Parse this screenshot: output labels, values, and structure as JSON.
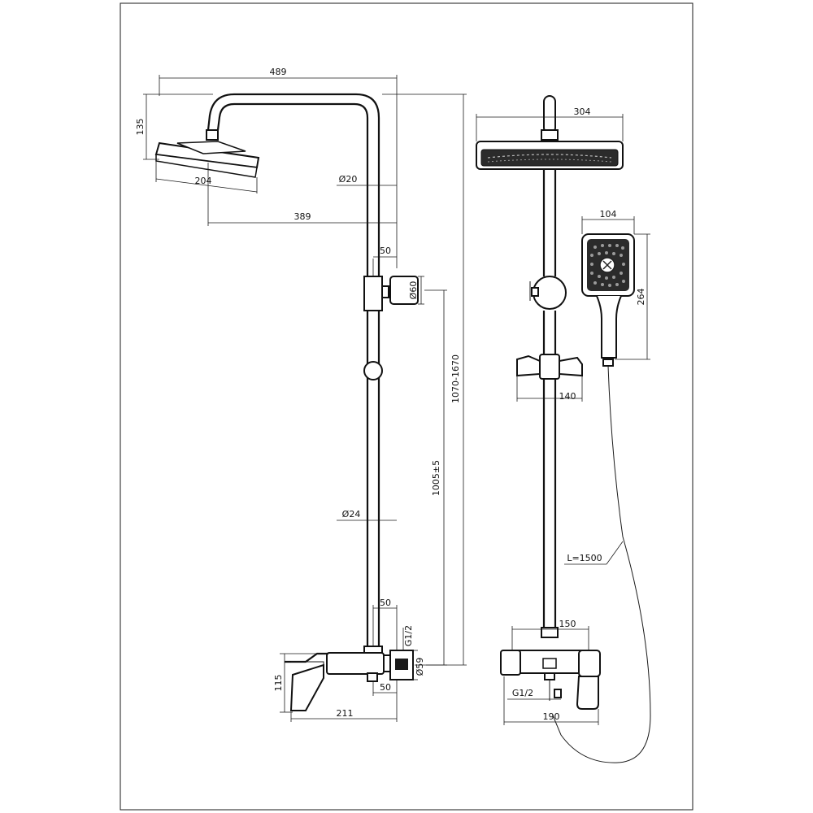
{
  "dimensions": {
    "top_width": "489",
    "head_height": "135",
    "head_width": "204",
    "arm_reach": "389",
    "pipe_top_dia": "Ø20",
    "holder_offset": "50",
    "holder_dia": "Ø60",
    "total_height": "1070-1670",
    "lower_height": "1005±5",
    "pipe_dia": "Ø24",
    "valve_offset_top": "50",
    "inlet_thread_side": "G1/2",
    "inlet_dia": "Ø59",
    "valve_offset_bottom": "50",
    "valve_height": "115",
    "valve_depth": "211",
    "front_head_width": "304",
    "hand_shower_width": "104",
    "hand_shower_height": "264",
    "slider_width": "140",
    "hose_length": "L=1500",
    "valve_width": "150",
    "inlet_thread_front": "G1/2",
    "base_width": "190"
  },
  "colors": {
    "line": "#1a1a1a",
    "background": "#ffffff",
    "head_face": "#2b2b2b"
  }
}
